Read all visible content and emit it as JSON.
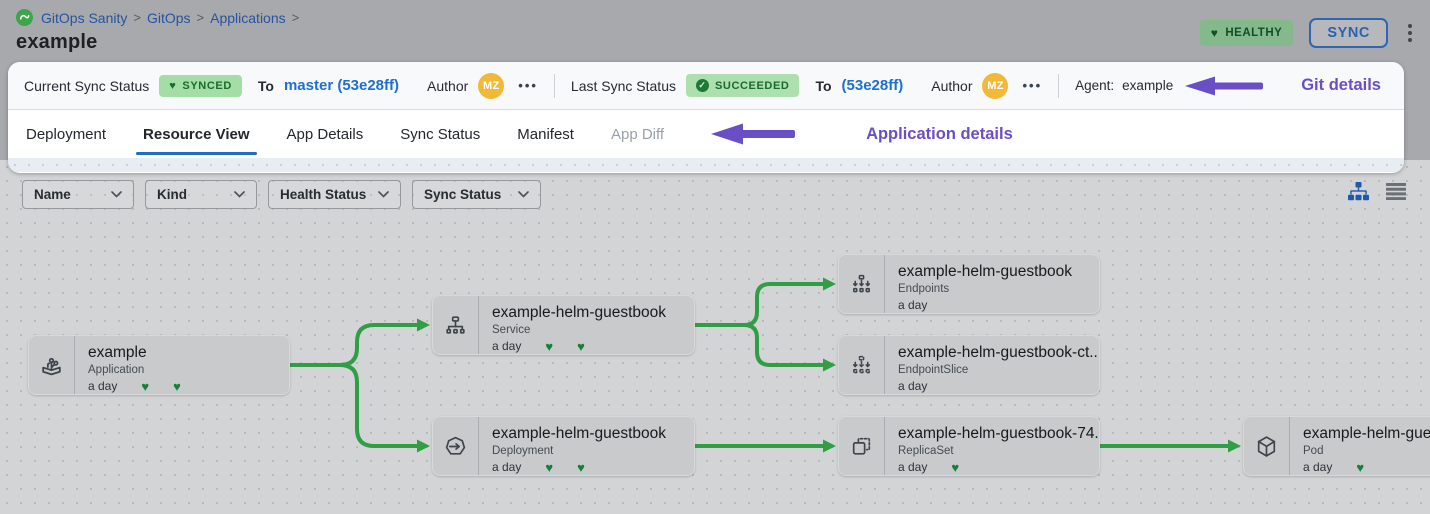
{
  "breadcrumb": {
    "separator": ">",
    "items": [
      "GitOps Sanity",
      "GitOps",
      "Applications"
    ]
  },
  "page": {
    "title": "example"
  },
  "header": {
    "health_badge": "HEALTHY",
    "sync_button": "SYNC"
  },
  "status_bar": {
    "current": {
      "label": "Current Sync Status",
      "badge": "SYNCED",
      "to": "To",
      "revision": "master (53e28ff)",
      "author": "Author",
      "avatar": "MZ",
      "more": "•••"
    },
    "last": {
      "label": "Last Sync Status",
      "badge": "SUCCEEDED",
      "to": "To",
      "revision": "(53e28ff)",
      "author": "Author",
      "avatar": "MZ",
      "more": "•••"
    },
    "agent_label": "Agent:",
    "agent_value": "example",
    "annotation": "Git details"
  },
  "tabs": {
    "items": [
      "Deployment",
      "Resource View",
      "App Details",
      "Sync Status",
      "Manifest",
      "App Diff"
    ],
    "active": "Resource View",
    "disabled": "App Diff",
    "annotation": "Application details"
  },
  "filters": {
    "items": [
      "Name",
      "Kind",
      "Health Status",
      "Sync Status"
    ]
  },
  "graph": {
    "nodes": [
      {
        "id": "example",
        "title": "example",
        "kind": "Application",
        "age": "a day",
        "hearts": 2
      },
      {
        "id": "service",
        "title": "example-helm-guestbook",
        "kind": "Service",
        "age": "a day",
        "hearts": 2
      },
      {
        "id": "deployment",
        "title": "example-helm-guestbook",
        "kind": "Deployment",
        "age": "a day",
        "hearts": 2
      },
      {
        "id": "endpoints",
        "title": "example-helm-guestbook",
        "kind": "Endpoints",
        "age": "a day",
        "hearts": 0
      },
      {
        "id": "endpointslice",
        "title": "example-helm-guestbook-ct...",
        "kind": "EndpointSlice",
        "age": "a day",
        "hearts": 0
      },
      {
        "id": "replicaset",
        "title": "example-helm-guestbook-74...",
        "kind": "ReplicaSet",
        "age": "a day",
        "hearts": 1
      },
      {
        "id": "pod",
        "title": "example-helm-guest",
        "kind": "Pod",
        "age": "a day",
        "hearts": 1
      }
    ]
  },
  "colors": {
    "edge_green": "#2f9e44",
    "heart_green": "#15803a",
    "accent_blue": "#1e6ec2",
    "link_blue": "#1f6fd0",
    "annotation_purple": "#6a4ec5",
    "badge_green_bg": "#a5dda6",
    "health_badge_bg": "#84b98c",
    "avatar_orange": "#f2b838"
  },
  "glyphs": {
    "heart": "♥",
    "check": "✓"
  }
}
